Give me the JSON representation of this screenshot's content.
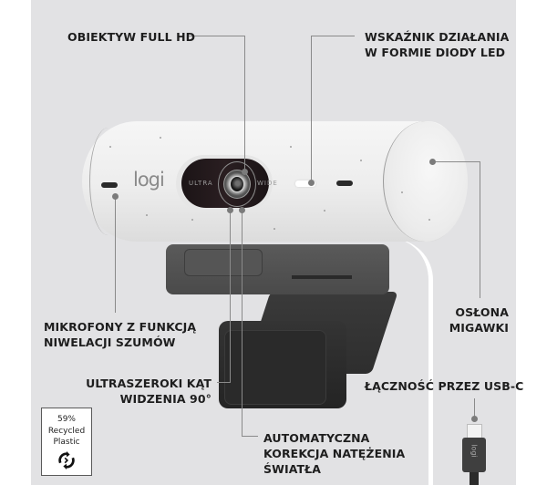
{
  "callouts": {
    "lens": {
      "label": "OBIEKTYW FULL HD"
    },
    "led": {
      "line1": "WSKAŹNIK DZIAŁANIA",
      "line2": "W FORMIE DIODY LED"
    },
    "microphones": {
      "line1": "MIKROFONY Z FUNKCJĄ",
      "line2": "NIWELACJI SZUMÓW"
    },
    "shutter": {
      "line1": "OSŁONA",
      "line2": "MIGAWKI"
    },
    "field_of_view": {
      "line1": "ULTRASZEROKI KĄT",
      "line2": "WIDZENIA 90°"
    },
    "usb": {
      "label": "ŁĄCZNOŚĆ PRZEZ USB-C"
    },
    "light_correction": {
      "line1": "AUTOMATYCZNA",
      "line2": "KOREKCJA NATĘŻENIA",
      "line3": "ŚWIATŁA"
    }
  },
  "camera": {
    "brand_logo": "logi",
    "lens_text_left": "ULTRA",
    "lens_text_right": "WIDE",
    "usb_logo": "logi"
  },
  "badge": {
    "percent": "59%",
    "line1": "Recycled",
    "line2": "Plastic",
    "icon": "recycle-icon"
  },
  "colors": {
    "background": "#e2e2e4",
    "text": "#1e1e1e",
    "leader_line": "#8a8a8a",
    "camera_body": "#efefef",
    "mount": "#3a3a3a"
  }
}
